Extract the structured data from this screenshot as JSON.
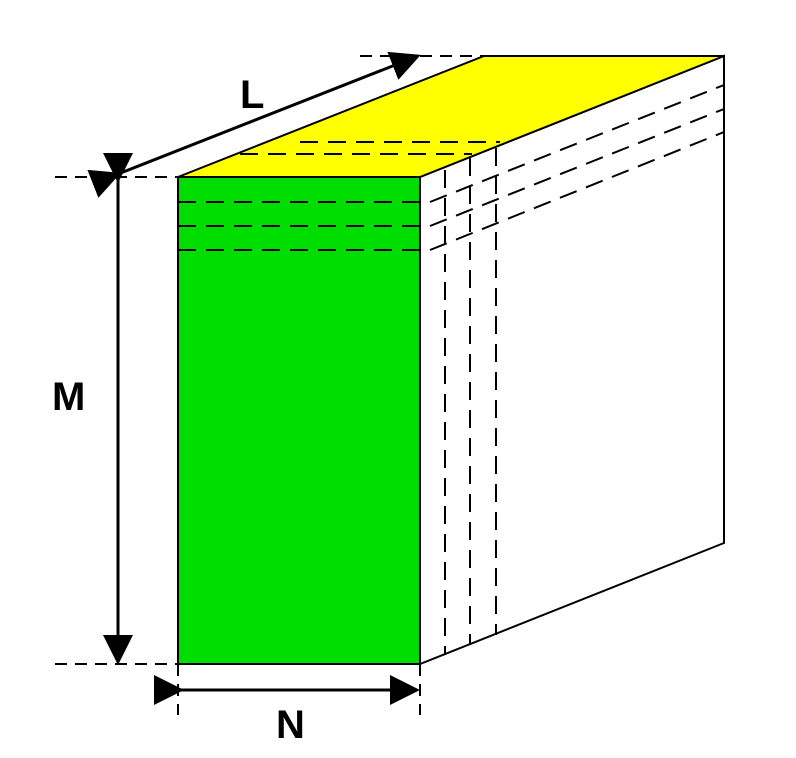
{
  "labels": {
    "length": "L",
    "height": "M",
    "width": "N"
  },
  "colors": {
    "front_face": "#00dd00",
    "top_face": "#ffff00",
    "side_face": "#ffffff",
    "outline": "#000000"
  }
}
